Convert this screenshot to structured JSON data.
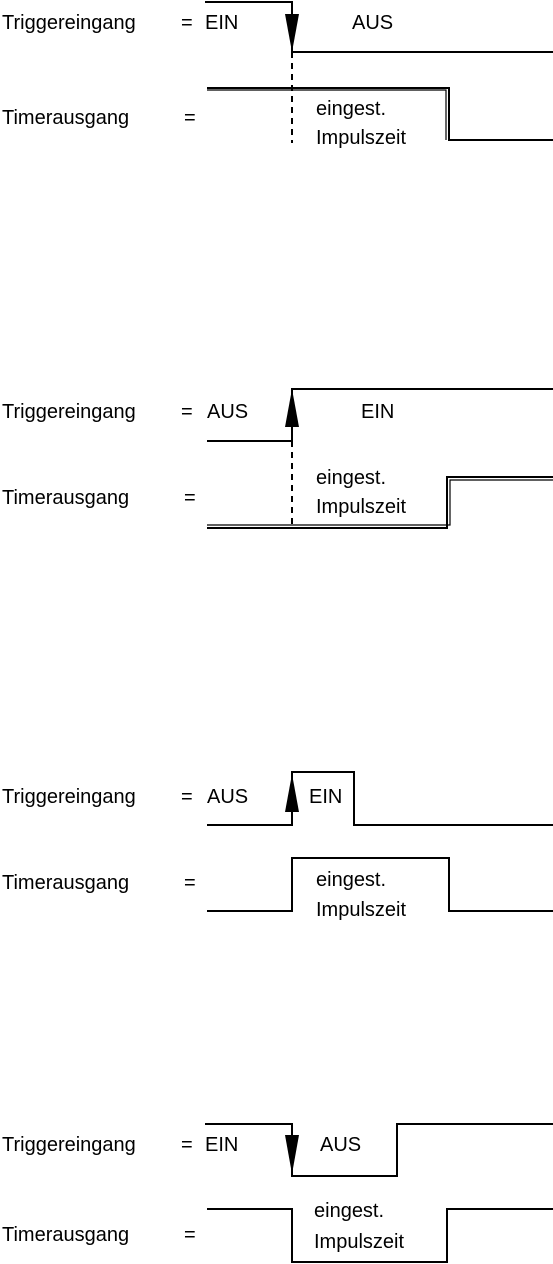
{
  "diagrams": [
    {
      "trigger": {
        "label": "Triggereingang",
        "equals": "=",
        "state_before": "EIN",
        "state_after": "AUS",
        "edge": "falling"
      },
      "output": {
        "label": "Timerausgang",
        "equals": "=",
        "pulse_line1": "eingest.",
        "pulse_line2": "Impulszeit"
      }
    },
    {
      "trigger": {
        "label": "Triggereingang",
        "equals": "=",
        "state_before": "AUS",
        "state_after": "EIN",
        "edge": "rising"
      },
      "output": {
        "label": "Timerausgang",
        "equals": "=",
        "pulse_line1": "eingest.",
        "pulse_line2": "Impulszeit"
      }
    },
    {
      "trigger": {
        "label": "Triggereingang",
        "equals": "=",
        "state_before": "AUS",
        "state_after": "EIN",
        "edge": "rising"
      },
      "output": {
        "label": "Timerausgang",
        "equals": "=",
        "pulse_line1": "eingest.",
        "pulse_line2": "Impulszeit"
      }
    },
    {
      "trigger": {
        "label": "Triggereingang",
        "equals": "=",
        "state_before": "EIN",
        "state_after": "AUS",
        "edge": "falling"
      },
      "output": {
        "label": "Timerausgang",
        "equals": "=",
        "pulse_line1": "eingest.",
        "pulse_line2": "Impulszeit"
      }
    }
  ]
}
